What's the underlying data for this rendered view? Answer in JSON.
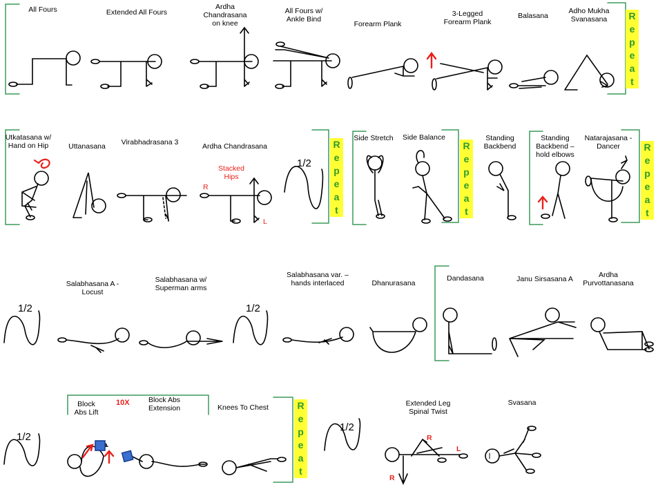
{
  "repeat_letters": [
    "R",
    "e",
    "p",
    "e",
    "a",
    "t"
  ],
  "half_label": "1/2",
  "row1": {
    "all_fours": "All Fours",
    "extended_all_fours": "Extended All Fours",
    "ardha_chandrasana_knee": [
      "Ardha",
      "Chandrasana",
      "on knee"
    ],
    "all_fours_ankle_bind": [
      "All Fours w/",
      "Ankle Bind"
    ],
    "forearm_plank": "Forearm Plank",
    "three_legged_forearm_plank": [
      "3-Legged",
      "Forearm Plank"
    ],
    "balasana": "Balasana",
    "adho_mukha": [
      "Adho Mukha",
      "Svanasana"
    ]
  },
  "row2": {
    "utkatasana": [
      "Utkatasana w/",
      "Hand on Hip"
    ],
    "uttanasana": "Uttanasana",
    "virabhadrasana3": "Virabhadrasana 3",
    "ardha_chandrasana": "Ardha Chandrasana",
    "stacked_hips": [
      "Stacked",
      "Hips"
    ],
    "mark_r": "R",
    "mark_l": "L",
    "side_stretch": "Side Stretch",
    "side_balance": "Side Balance",
    "standing_backbend": [
      "Standing",
      "Backbend"
    ],
    "standing_backbend_elbows": [
      "Standing",
      "Backbend –",
      "hold elbows"
    ],
    "natarajasana": [
      "Natarajasana -",
      "Dancer"
    ]
  },
  "row3": {
    "salabhasana_a": [
      "Salabhasana A -",
      "Locust"
    ],
    "salabhasana_superman": [
      "Salabhasana w/",
      "Superman arms"
    ],
    "salabhasana_var": [
      "Salabhasana var. –",
      "hands interlaced"
    ],
    "dhanurasana": "Dhanurasana",
    "dandasana": "Dandasana",
    "janu_sirsasana": "Janu Sirsasana A",
    "ardha_purvottanasana": [
      "Ardha",
      "Purvottanasana"
    ]
  },
  "row4": {
    "block_abs_lift": [
      "Block",
      "Abs Lift"
    ],
    "ten_x": "10X",
    "block_abs_extension": [
      "Block Abs",
      "Extension"
    ],
    "knees_to_chest": "Knees To Chest",
    "extended_leg_twist": [
      "Extended Leg",
      "Spinal Twist"
    ],
    "twist_r": "R",
    "twist_l": "L",
    "svasana": "Svasana"
  },
  "colors": {
    "bracket": "#3a9a5a",
    "repeat_bg": "#ffff33",
    "repeat_text": "#2e9a2e",
    "accent_red": "#e8201a",
    "block_blue": "#3a6fd0"
  }
}
